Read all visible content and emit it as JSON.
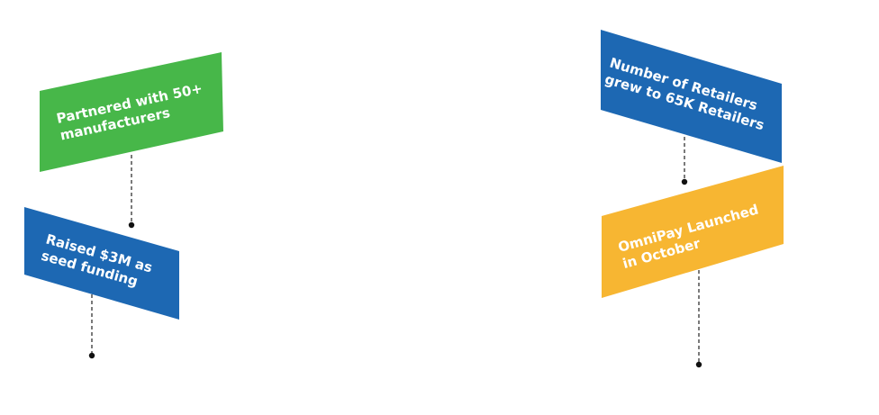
{
  "colors": {
    "green": "#47b749",
    "blue": "#1d68b3",
    "yellow": "#f7b632",
    "connector": "#222222"
  },
  "milestones": [
    {
      "lines": [
        "Partnered with 50+",
        "manufacturers"
      ],
      "color": "green"
    },
    {
      "lines": [
        "Raised $3M as",
        "seed funding"
      ],
      "color": "blue"
    },
    {
      "lines": [
        "Number of Retailers",
        "grew to 65K Retailers"
      ],
      "color": "blue"
    },
    {
      "lines": [
        "OmniPay Launched",
        "in October"
      ],
      "color": "yellow"
    }
  ]
}
